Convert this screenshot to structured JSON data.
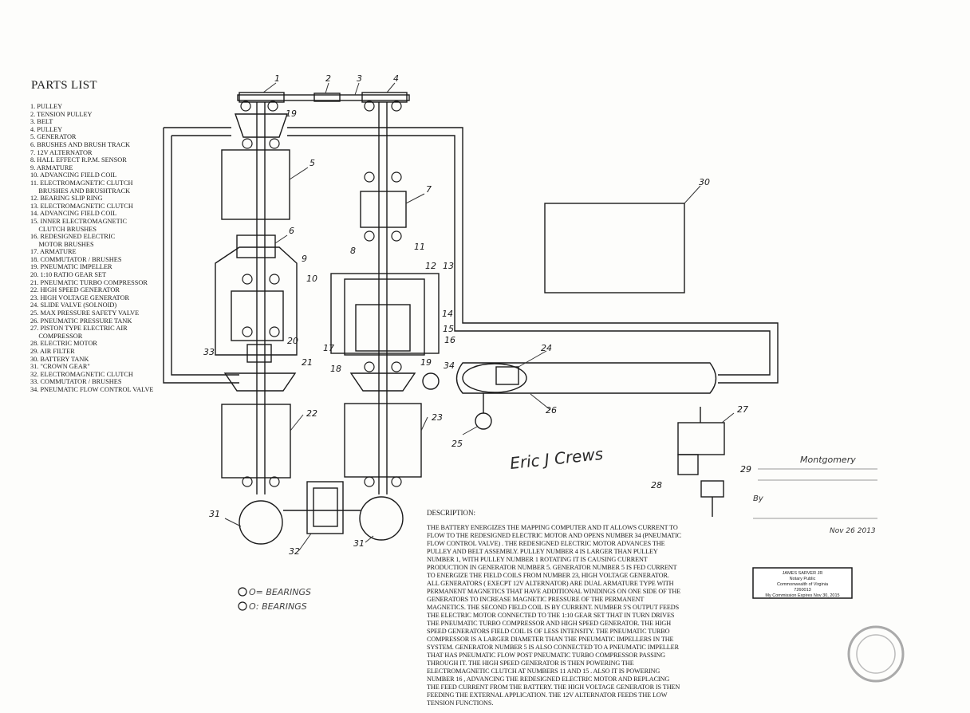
{
  "parts_list": {
    "title": "PARTS LIST",
    "items": [
      "1. PULLEY",
      "2. TENSION PULLEY",
      "3. BELT",
      "4. PULLEY",
      "5. GENERATOR",
      "6. BRUSHES AND BRUSH TRACK",
      "7. 12V ALTERNATOR",
      "8. HALL EFFECT R.P.M. SENSOR",
      "9. ARMATURE",
      "10. ADVANCING FIELD COIL",
      "11. ELECTROMAGNETIC CLUTCH\n     BRUSHES AND BRUSHTRACK",
      "12. BEARING SLIP RING",
      "13. ELECTROMAGNETIC CLUTCH",
      "14. ADVANCING FIELD COIL",
      "15. INNER ELECTROMAGNETIC\n     CLUTCH BRUSHES",
      "16. REDESIGNED ELECTRIC\n     MOTOR BRUSHES",
      "17. ARMATURE",
      "18. COMMUTATOR / BRUSHES",
      "19. PNEUMATIC IMPELLER",
      "20. 1:10 RATIO GEAR SET",
      "21. PNEUMATIC TURBO COMPRESSOR",
      "22. HIGH SPEED GENERATOR",
      "23. HIGH VOLTAGE GENERATOR",
      "24. SLIDE VALVE (SOLNOID)",
      "25. MAX PRESSURE SAFETY VALVE",
      "26. PNEUMATIC PRESSURE TANK",
      "27. PISTON TYPE ELECTRIC AIR\n     COMPRESSOR",
      "28. ELECTRIC MOTOR",
      "29. AIR FILTER",
      "30. BATTERY TANK",
      "31. \"CROWN GEAR\"",
      "32. ELECTROMAGNETIC CLUTCH",
      "33. COMMUTATOR / BRUSHES",
      "34. PNEUMATIC FLOW CONTROL VALVE"
    ]
  },
  "description": {
    "title": "DESCRIPTION:",
    "body": "THE BATTERY ENERGIZES THE MAPPING COMPUTER AND IT ALLOWS CURRENT TO FLOW TO THE REDESIGNED ELECTRIC MOTOR AND OPENS NUMBER 34 (PNEUMATIC FLOW CONTROL VALVE) . THE REDESIGNED ELECTRIC MOTOR ADVANCES THE PULLEY AND BELT ASSEMBLY. PULLEY NUMBER 4 IS LARGER THAN PULLEY NUMBER 1, WITH PULLEY NUMBER 1 ROTATING IT IS CAUSING CURRENT PRODUCTION IN GENERATOR NUMBER 5. GENERATOR NUMBER 5 IS FED CURRENT TO ENERGIZE THE FIELD COILS FROM NUMBER 23, HIGH VOLTAGE GENERATOR. ALL GENERATORS ( EXECPT 12V ALTERNATOR) ARE DUAL ARMATURE TYPE WITH PERMANENT MAGNETICS THAT HAVE ADDITIONAL WINDINGS ON ONE SIDE OF THE GENERATORS TO INCREASE MAGNETIC PRESSURE OF THE PERMANENT MAGNETICS. THE SECOND FIELD COIL IS BY CURRENT. NUMBER 5'S OUTPUT FEEDS THE ELECTRIC MOTOR CONNECTED TO THE 1:10 GEAR SET THAT IN TURN DRIVES THE PNEUMATIC TURBO COMPRESSOR AND HIGH SPEED GENERATOR. THE HIGH SPEED GENERATORS FIELD COIL IS OF LESS INTENSITY. THE PNEUMATIC TURBO COMPRESSOR IS A LARGER DIAMETER THAN THE PNEUMATIC IMPELLERS IN THE SYSTEM. GENERATOR NUMBER 5 IS ALSO CONNECTED TO A PNEUMATIC IMPELLER THAT HAS PNEUMATIC FLOW POST PNEUMATIC TURBO COMPRESSOR PASSING THROUGH IT. THE HIGH SPEED GENERATOR IS THEN POWERING THE ELECTROMAGNETIC CLUTCH AT NUMBERS 11 AND 15 . ALSO IT IS POWERING NUMBER 16 , ADVANCING THE REDESIGNED ELECTRIC MOTOR AND REPLACING THE FEED CURRENT FROM THE BATTERY. THE HIGH VOLTAGE GENERATOR IS THEN FEEDING THE EXTERNAL APPLICATION. THE 12V ALTERNATOR FEEDS THE LOW TENSION FUNCTIONS."
  },
  "diagram": {
    "callouts": [
      "1",
      "2",
      "3",
      "4",
      "5",
      "6",
      "7",
      "8",
      "9",
      "10",
      "11",
      "12",
      "13",
      "14",
      "15",
      "16",
      "17",
      "18",
      "19",
      "19",
      "20",
      "21",
      "22",
      "23",
      "24",
      "25",
      "26",
      "27",
      "28",
      "29",
      "30",
      "31",
      "31",
      "32",
      "33",
      "34"
    ],
    "legend": [
      "O= BEARINGS",
      "O: BEARINGS"
    ],
    "signature": "Eric J Crews"
  },
  "notary": {
    "county": "Montgomery",
    "by": "By",
    "date": "Nov 26 2013",
    "stamp": [
      "JAMES SARVER JR",
      "Notary Public",
      "Commonwealth of Virginia",
      "7260013",
      "My Commission Expires Nov 30, 2015"
    ]
  },
  "colors": {
    "ink": "#1a1a1a",
    "paper": "#fdfdfb",
    "pencil": "#444444"
  }
}
